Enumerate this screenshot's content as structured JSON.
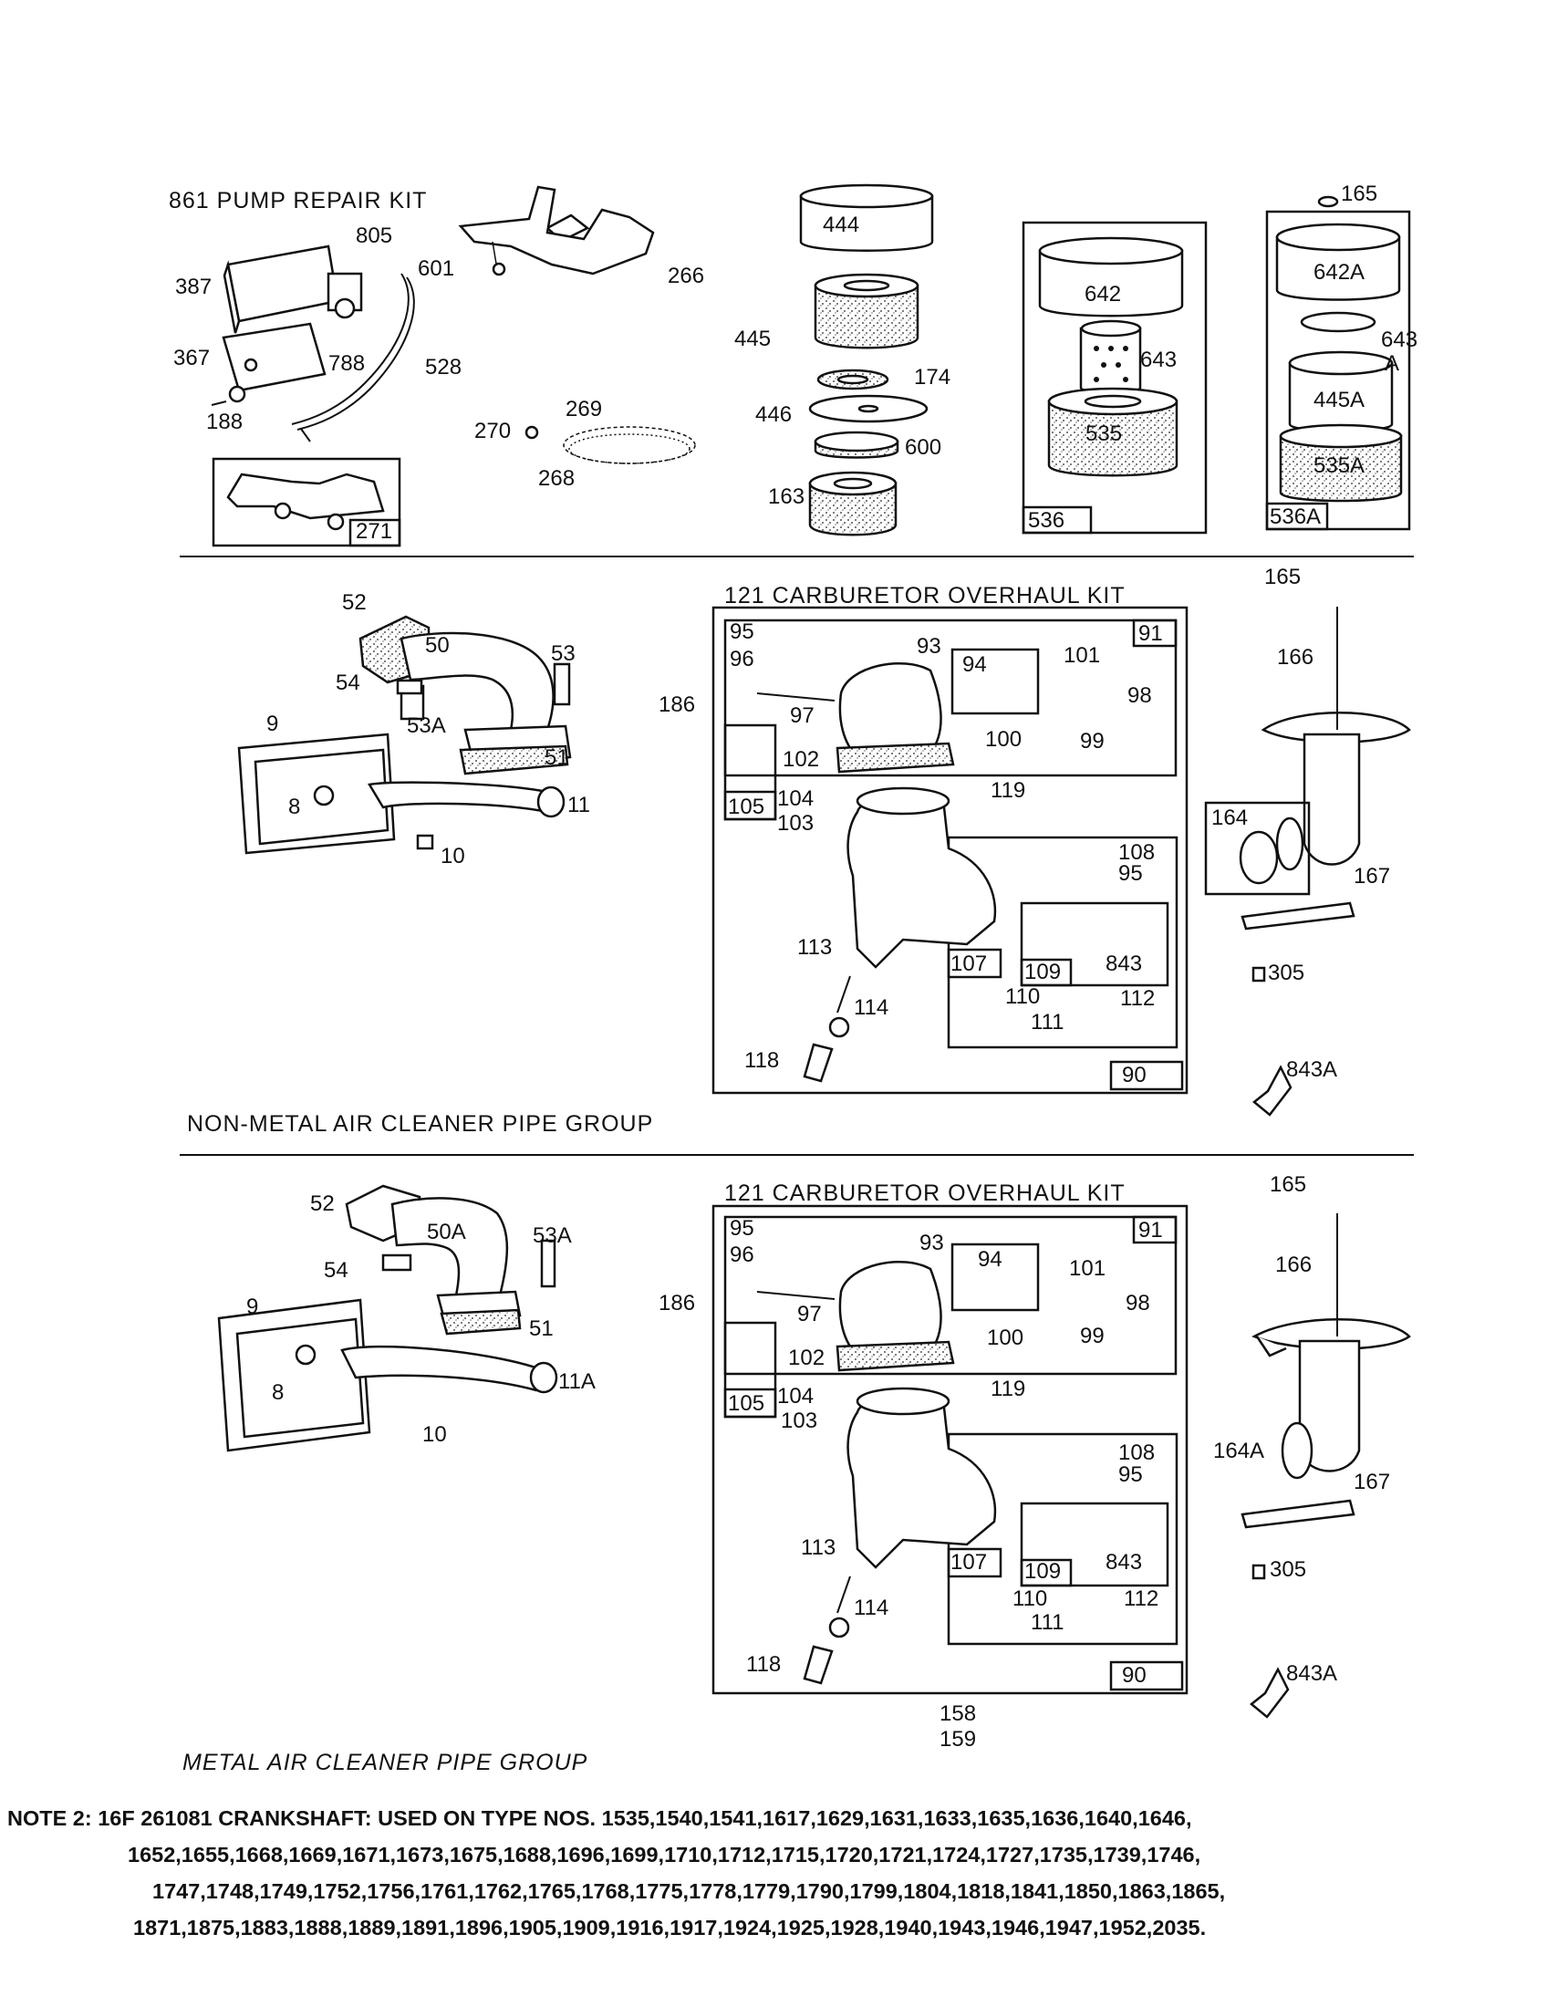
{
  "sections": {
    "top": {
      "pump_kit_title": "861  PUMP REPAIR KIT",
      "labels": [
        "805",
        "387",
        "601",
        "266",
        "444",
        "445",
        "642",
        "642A",
        "643",
        "643",
        "A",
        "367",
        "788",
        "528",
        "174",
        "445A",
        "188",
        "269",
        "446",
        "535",
        "270",
        "268",
        "600",
        "535A",
        "163",
        "165",
        "271",
        "536",
        "536A"
      ]
    },
    "middle": {
      "carb_kit_title": "121  CARBURETOR OVERHAUL KIT",
      "group_caption": "NON-METAL AIR CLEANER PIPE GROUP",
      "labels": [
        "52",
        "50",
        "53",
        "54",
        "53A",
        "9",
        "51",
        "8",
        "11",
        "10",
        "186",
        "95",
        "96",
        "93",
        "94",
        "101",
        "97",
        "98",
        "100",
        "99",
        "102",
        "91",
        "105",
        "104",
        "103",
        "119",
        "108",
        "95",
        "113",
        "107",
        "109",
        "843",
        "114",
        "110",
        "112",
        "111",
        "118",
        "90",
        "165",
        "166",
        "164",
        "167",
        "305",
        "843A"
      ]
    },
    "bottom": {
      "carb_kit_title": "121  CARBURETOR OVERHAUL KIT",
      "group_caption": "METAL AIR CLEANER PIPE GROUP",
      "labels": [
        "52",
        "50A",
        "53A",
        "54",
        "9",
        "51",
        "8",
        "11A",
        "10",
        "186",
        "95",
        "96",
        "93",
        "94",
        "101",
        "97",
        "98",
        "100",
        "99",
        "102",
        "91",
        "105",
        "104",
        "103",
        "119",
        "108",
        "95",
        "113",
        "107",
        "109",
        "843",
        "114",
        "110",
        "112",
        "111",
        "118",
        "90",
        "158",
        "159",
        "165",
        "166",
        "164A",
        "167",
        "305",
        "843A"
      ]
    }
  },
  "note": {
    "line1": "NOTE 2: 16F 261081 CRANKSHAFT: USED ON TYPE NOS. 1535,1540,1541,1617,1629,1631,1633,1635,1636,1640,1646,",
    "line2": "1652,1655,1668,1669,1671,1673,1675,1688,1696,1699,1710,1712,1715,1720,1721,1724,1727,1735,1739,1746,",
    "line3": "1747,1748,1749,1752,1756,1761,1762,1765,1768,1775,1778,1779,1790,1799,1804,1818,1841,1850,1863,1865,",
    "line4": "1871,1875,1883,1888,1889,1891,1896,1905,1909,1916,1917,1924,1925,1928,1940,1943,1946,1947,1952,2035."
  }
}
